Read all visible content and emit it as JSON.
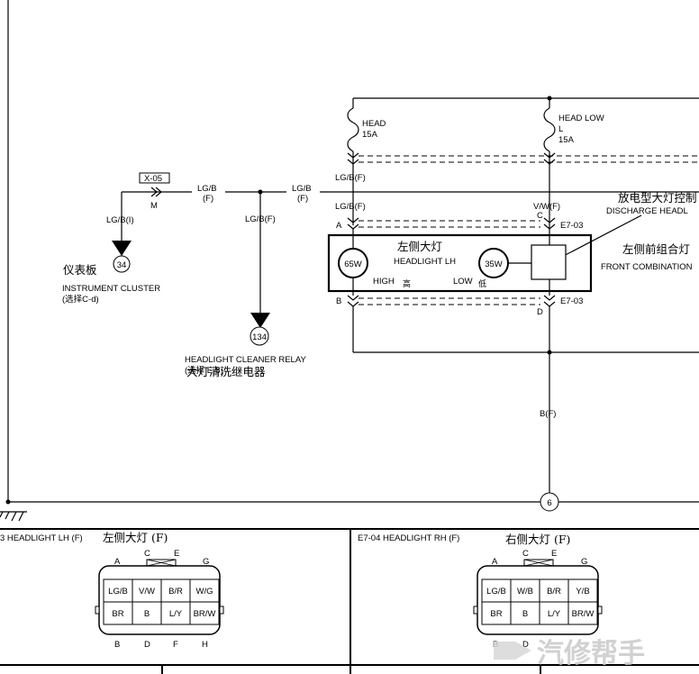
{
  "labels": {
    "x05": "X-05",
    "m": "M",
    "lgb_f": "LG/B",
    "f": "(F)",
    "lgb_i": "LG/B(I)",
    "lgbf": "LG/B(F)",
    "head": "HEAD",
    "head_amp": "15A",
    "headlow": "HEAD LOW",
    "headlow_l": "L",
    "headlow_amp": "15A",
    "vwf": "V/W(F)",
    "a": "A",
    "c": "C",
    "b": "B",
    "d": "D",
    "e703_top": "E7-03",
    "e703_bot": "E7-03",
    "bf": "B(F)",
    "discharge_cn": "放电型大灯控制",
    "discharge_en": "DISCHARGE HEADL",
    "front_comb_cn": "左侧前组合灯",
    "front_comb_en": "FRONT COMBINATION",
    "headlight_lh_cn": "左侧大灯",
    "headlight_lh_en": "HEADLIGHT LH",
    "high": "HIGH",
    "high_cn": "高",
    "low": "LOW",
    "low_cn": "低",
    "w65": "65W",
    "w35": "35W",
    "ic_cn": "仪表板",
    "ic_en": "INSTRUMENT CLUSTER",
    "ic_opt": "(选择C-d)",
    "ic_num": "34",
    "hcr_cn": "大灯清洗继电器",
    "hcr_en": "HEADLIGHT CLEANER RELAY",
    "hcr_opt": "(选择 E-8)",
    "hcr_num": "134",
    "ground_num": "6"
  },
  "connectors": {
    "left": {
      "title_en": "3 HEADLIGHT LH (F)",
      "title_cn": "左侧大灯 (F)",
      "top_letters": [
        "A",
        "C",
        "E",
        "G"
      ],
      "bottom_letters": [
        "B",
        "D",
        "F",
        "H"
      ],
      "row1": [
        "LG/B",
        "V/W",
        "B/R",
        "W/G"
      ],
      "row2": [
        "BR",
        "B",
        "L/Y",
        "BR/W"
      ]
    },
    "right": {
      "title_en": "E7-04 HEADLIGHT RH (F)",
      "title_cn": "右侧大灯 (F)",
      "top_letters": [
        "A",
        "C",
        "E",
        "G"
      ],
      "bottom_letters": [
        "B",
        "D"
      ],
      "row1": [
        "LG/B",
        "W/B",
        "B/R",
        "Y/B"
      ],
      "row2": [
        "BR",
        "B",
        "L/Y",
        "BR/W"
      ]
    }
  },
  "watermark": "汽修帮手"
}
